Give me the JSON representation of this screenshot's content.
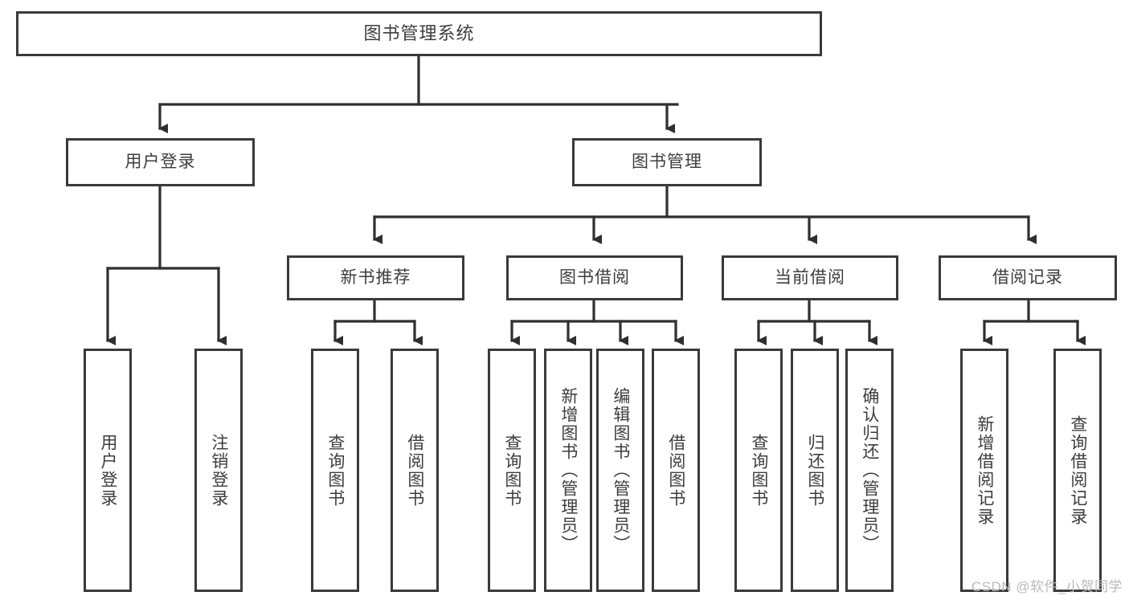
{
  "diagram": {
    "title": "图书管理系统",
    "type": "tree-hierarchy-diagram",
    "colors": {
      "border": "#3a3a3a",
      "text": "#3d3d3d",
      "background": "#ffffff",
      "connector": "#2f2f2f",
      "watermark": "#b9b9b9"
    },
    "nodes": {
      "root": "图书管理系统",
      "level1": {
        "user_login": "用户登录",
        "book_management": "图书管理"
      },
      "level2": {
        "new_book_recommend": "新书推荐",
        "book_borrow": "图书借阅",
        "current_borrow": "当前借阅",
        "borrow_record": "借阅记录"
      },
      "leaves": {
        "user_login_children": [
          "用户登录",
          "注销登录"
        ],
        "new_book_recommend_children": [
          "查询图书",
          "借阅图书"
        ],
        "book_borrow_children": [
          "查询图书",
          "新增图书（管理员）",
          "编辑图书（管理员）",
          "借阅图书"
        ],
        "current_borrow_children": [
          "查询图书",
          "归还图书",
          "确认归还（管理员）"
        ],
        "borrow_record_children": [
          "新增借阅记录",
          "查询借阅记录"
        ]
      }
    },
    "watermark": "CSDN @软件_小贺同学"
  }
}
